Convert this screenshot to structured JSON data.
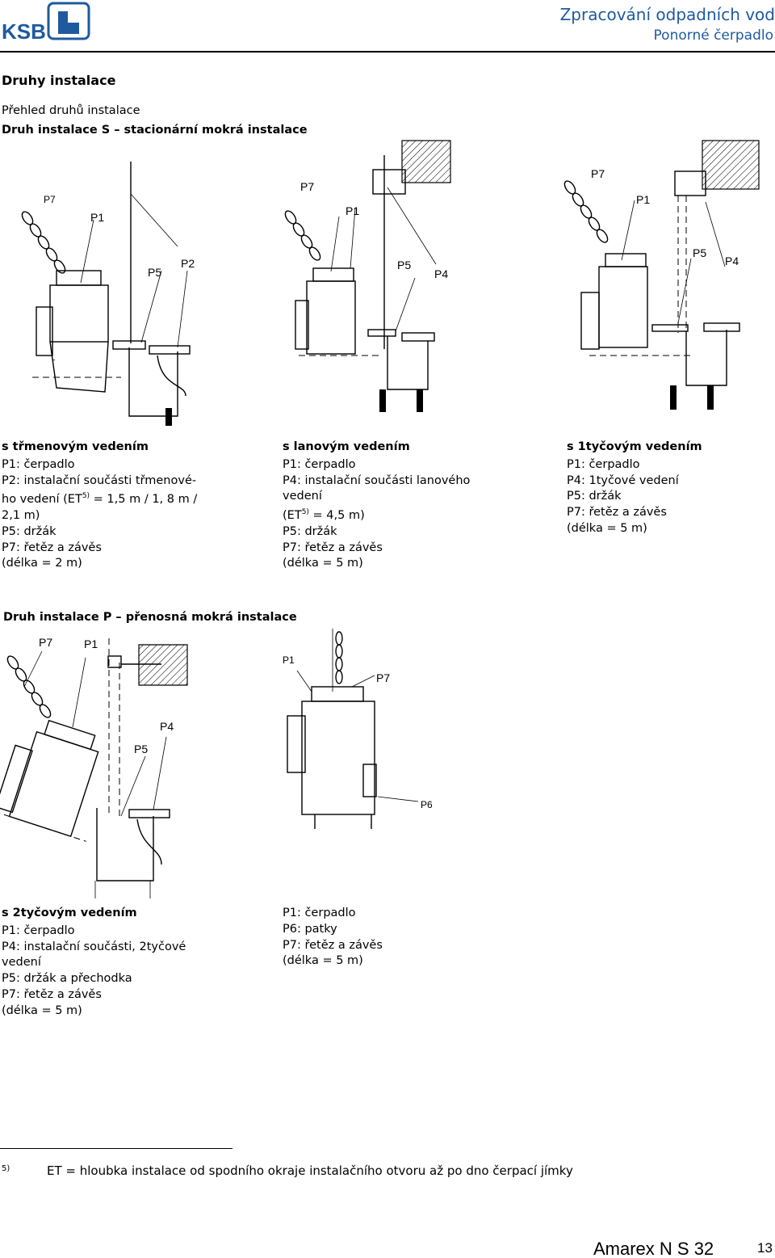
{
  "header": {
    "logo_text": "KSB",
    "title": "Zpracování odpadních vod",
    "subtitle": "Ponorné čerpadlo"
  },
  "section": {
    "heading": "Druhy instalace",
    "overview": "Přehled druhů instalace",
    "type_s": "Druh instalace S – stacionární mokrá instalace",
    "type_p": "Druh instalace P – přenosná mokrá instalace"
  },
  "figures": {
    "fig1": {
      "labels": {
        "p7": "P7",
        "p1": "P1",
        "p5": "P5",
        "p2": "P2"
      }
    },
    "fig2": {
      "labels": {
        "p7": "P7",
        "p1": "P1",
        "p5": "P5",
        "p4": "P4"
      }
    },
    "fig3": {
      "labels": {
        "p7": "P7",
        "p1": "P1",
        "p5": "P5",
        "p4": "P4"
      }
    },
    "fig4": {
      "labels": {
        "p7": "P7",
        "p1": "P1",
        "p4": "P4",
        "p5": "P5"
      }
    },
    "fig5": {
      "labels": {
        "p1": "P1",
        "p7": "P7",
        "p6": "P6"
      }
    }
  },
  "captions": {
    "c1": {
      "title": "s třmenovým vedením",
      "lines": [
        "P1: čerpadlo",
        "P2: instalační součásti třmenové-",
        "ho vedení (ET",
        "5)",
        " = 1,5 m / 1, 8 m /",
        "2,1 m)",
        "P5: držák",
        "P7: řetěz a závěs",
        "(délka = 2 m)"
      ]
    },
    "c2": {
      "title": "s lanovým vedením",
      "lines": [
        "P1: čerpadlo",
        "P4: instalační součásti lanového",
        "vedení",
        "(ET",
        "5)",
        " = 4,5 m)",
        "P5: držák",
        "P7: řetěz a závěs",
        "(délka = 5 m)"
      ]
    },
    "c3": {
      "title": "s 1tyčovým vedením",
      "lines": [
        "P1: čerpadlo",
        "P4: 1tyčové vedení",
        "P5: držák",
        "P7: řetěz a závěs",
        "(délka = 5 m)"
      ]
    },
    "c4": {
      "title": "s 2tyčovým vedením",
      "lines": [
        "P1: čerpadlo",
        "P4: instalační součásti, 2tyčové",
        "vedení",
        "P5: držák a přechodka",
        "P7: řetěz a závěs",
        "(délka = 5 m)"
      ]
    },
    "c5": {
      "lines": [
        "P1: čerpadlo",
        "P6: patky",
        "P7: řetěz a závěs",
        "(délka = 5 m)"
      ]
    }
  },
  "footnote": {
    "marker": "5)",
    "text": "ET = hloubka instalace od spodního okraje instalačního otvoru až po dno čerpací jímky"
  },
  "footer": {
    "product": "Amarex N S 32",
    "page": "13"
  }
}
